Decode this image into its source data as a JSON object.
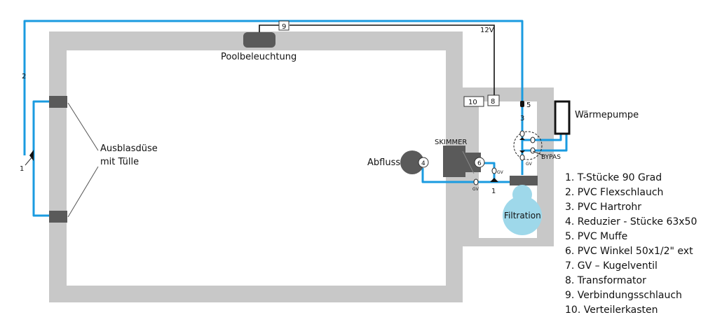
{
  "labels": {
    "poolbeleuchtung": "Poolbeleuchtung",
    "ausblasduese_1": "Ausblasdüse",
    "ausblasduese_2": "mit Tülle",
    "abfluss": "Abfluss",
    "skimmer": "SKIMMER",
    "waermepumpe": "Wärmepumpe",
    "filtration": "Filtration",
    "bypass": "BYPAS",
    "voltage": "12V",
    "gv": "GV"
  },
  "markers": {
    "m1": "1",
    "m2": "2",
    "m3": "3",
    "m4": "4",
    "m5": "5",
    "m6": "6",
    "m8": "8",
    "m9": "9",
    "m10": "10"
  },
  "legend": [
    "1. T-Stücke 90 Grad",
    "2. PVC Flexschlauch",
    "3. PVC Hartrohr",
    "4. Reduzier - Stücke 63x50",
    "5. PVC Muffe",
    "6. PVC Winkel 50x1/2\" ext",
    "7. GV – Kugelventil",
    "8. Transformator",
    "9. Verbindungsschlauch",
    "10. Verteilerkasten"
  ],
  "colors": {
    "pool_wall": "#c8c8c8",
    "pipe": "#1a9be0",
    "filter": "#9ed8ea",
    "equipment": "#5a5a5a"
  }
}
